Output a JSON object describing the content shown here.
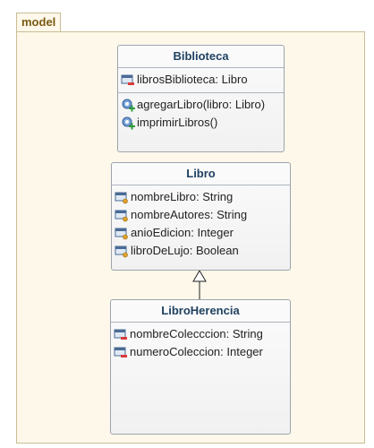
{
  "package": {
    "name": "model"
  },
  "classes": {
    "biblioteca": {
      "name": "Biblioteca",
      "attributes": [
        {
          "text": "librosBiblioteca: Libro",
          "icon": "private-field-icon"
        }
      ],
      "operations": [
        {
          "text": "agregarLibro(libro: Libro)",
          "icon": "public-method-icon"
        },
        {
          "text": "imprimirLibros()",
          "icon": "public-method-icon"
        }
      ]
    },
    "libro": {
      "name": "Libro",
      "attributes": [
        {
          "text": "nombreLibro: String",
          "icon": "protected-field-icon"
        },
        {
          "text": "nombreAutores: String",
          "icon": "protected-field-icon"
        },
        {
          "text": "anioEdicion: Integer",
          "icon": "protected-field-icon"
        },
        {
          "text": "libroDeLujo: Boolean",
          "icon": "protected-field-icon"
        }
      ]
    },
    "libroHerencia": {
      "name": "LibroHerencia",
      "attributes": [
        {
          "text": "nombreColecccion: String",
          "icon": "private-field-icon"
        },
        {
          "text": "numeroColeccion: Integer",
          "icon": "private-field-icon"
        }
      ]
    }
  },
  "colors": {
    "package_fill": "#fdf8ea",
    "package_border": "#c9bd96",
    "package_title": "#7a5a12",
    "class_title": "#1f4161",
    "class_border": "#9da3ad"
  }
}
